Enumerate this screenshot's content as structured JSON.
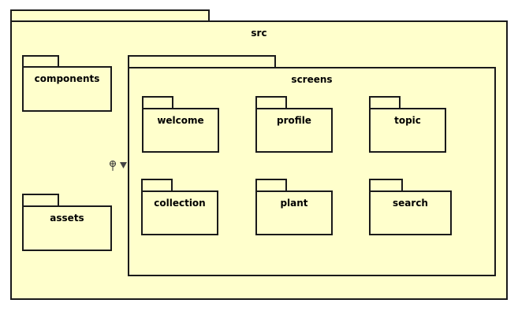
{
  "diagram": {
    "root": {
      "label": "src"
    },
    "left_packages": [
      {
        "label": "components"
      },
      {
        "label": "assets"
      }
    ],
    "screens": {
      "label": "screens",
      "packages": [
        {
          "label": "welcome"
        },
        {
          "label": "profile"
        },
        {
          "label": "topic"
        },
        {
          "label": "collection"
        },
        {
          "label": "plant"
        },
        {
          "label": "search"
        }
      ]
    },
    "colors": {
      "package_fill": "#ffffcc",
      "border": "#1a1a1a"
    }
  }
}
